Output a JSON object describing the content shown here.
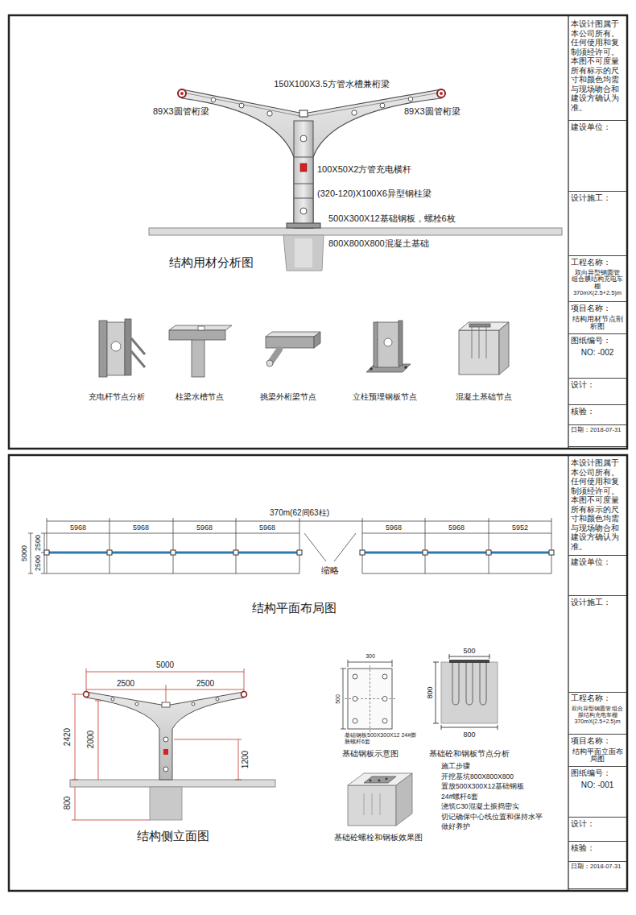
{
  "diagram": {
    "nodes": [
      {
        "text": [
          "本设计图属于本公司所有。任何使用和复制须经许可。本图不可度量所有标示的尺寸和颜色均需与现场吻合和建设方确认为准。"
        ]
      },
      {
        "text": [
          "建设单位："
        ]
      },
      {
        "text": [
          "设计施工："
        ]
      },
      {
        "text": [
          "工程名称：",
          "双向异型钢圆管 组合膜结构充电车棚 370mX(2.5+2.5)m"
        ]
      },
      {
        "text": [
          "项目名称：",
          "结构用材节点剖析图"
        ]
      },
      {
        "text": [
          "图纸编号：",
          "NO: -002"
        ]
      },
      {
        "text": [
          "设计："
        ]
      },
      {
        "text": [
          "核验："
        ]
      },
      {
        "text": [
          "日期：2018-07-31"
        ]
      },
      {
        "text": [
          "本设计图属于本公司所有。任何使用和复制须经许可。本图不可度量所有标示的尺寸和颜色均需与现场吻合和建设方确认为准。"
        ]
      },
      {
        "text": [
          "建设单位："
        ]
      },
      {
        "text": [
          "设计施工："
        ]
      },
      {
        "text": [
          "工程名称：",
          "双向异型钢圆管 组合膜结构充电车棚 370mX(2.5+2.5)m"
        ]
      },
      {
        "text": [
          "项目名称：",
          "结构平面立面布局图"
        ]
      },
      {
        "text": [
          "图纸编号：",
          "NO: -001"
        ]
      },
      {
        "text": [
          "设计："
        ]
      },
      {
        "text": [
          "核验："
        ]
      },
      {
        "text": [
          "日期：2018-07-31"
        ]
      }
    ],
    "labels": [
      "150X100X3.5方管水槽兼桁梁",
      "89X3圆管桁梁",
      "89X3圆管桁梁",
      "100X50X2方管充电横杆",
      "(320-120)X100X6异型钢柱梁",
      "500X300X12基础钢板，螺栓6枚",
      "800X800X800混凝土基础",
      "结构用材分析图",
      "充电杆节点分析",
      "柱梁水槽节点",
      "挑梁外桁梁节点",
      "立柱预埋钢板节点",
      "混凝土基础节点",
      "370m(62间63柱)",
      "5968",
      "5968",
      "5968",
      "5968",
      "5968",
      "5968",
      "5952",
      "2500",
      "2500",
      "5000",
      "缩略",
      "结构平面布局图",
      "5000",
      "2500",
      "2500",
      "2000",
      "2420",
      "1200",
      "800",
      "结构侧立面图",
      "300",
      "500",
      "基础钢板500X300X12 24#膨胀螺杆6套",
      "基础钢板示意图",
      "500",
      "800",
      "800",
      "基础砼和钢板节点分析",
      "基础砼螺栓和钢板效果图",
      "施工步骤",
      "开挖基坑800X800X800",
      "置放500X300X12基础钢板",
      "24#螺杆6套",
      "浇筑C30混凝土振捣密实",
      "切记确保中心线位置和保持水平",
      "做好养护"
    ]
  }
}
